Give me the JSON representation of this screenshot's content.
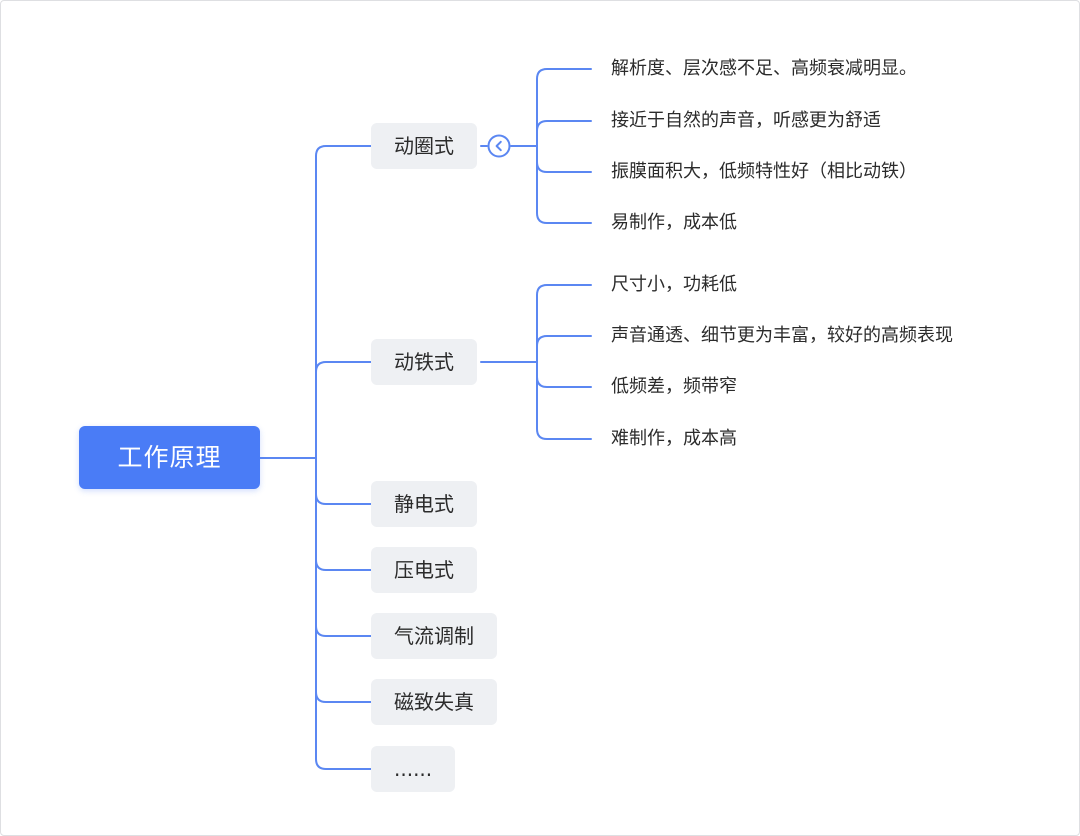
{
  "root": {
    "label": "工作原理"
  },
  "branches": [
    {
      "label": "动圈式",
      "leaves": [
        "解析度、层次感不足、高频衰减明显。",
        "接近于自然的声音，听感更为舒适",
        "振膜面积大，低频特性好（相比动铁）",
        "易制作，成本低"
      ]
    },
    {
      "label": "动铁式",
      "leaves": [
        "尺寸小，功耗低",
        "声音通透、细节更为丰富，较好的高频表现",
        "低频差，频带窄",
        "难制作，成本高"
      ]
    },
    {
      "label": "静电式"
    },
    {
      "label": "压电式"
    },
    {
      "label": "气流调制"
    },
    {
      "label": "磁致失真"
    },
    {
      "label": "......"
    }
  ],
  "icons": {
    "collapse": "chevron-left-icon"
  },
  "colors": {
    "root_fill": "#4a7cf6",
    "connector": "#5b87f2",
    "node_fill": "#eef0f3",
    "text": "#2b2b2b"
  }
}
